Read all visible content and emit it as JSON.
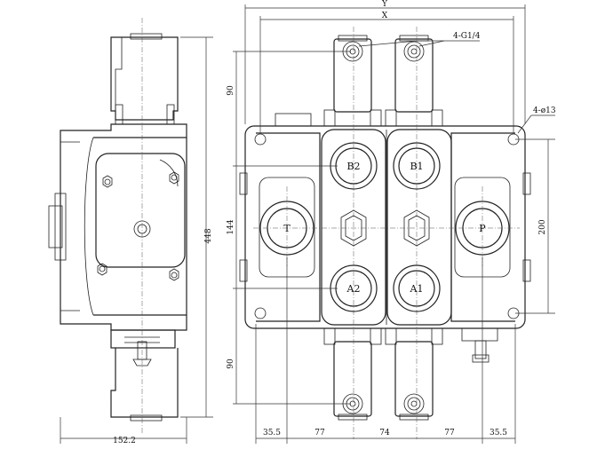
{
  "labels": {
    "overall_y": "Y",
    "overall_x": "X",
    "ports_g": "4-G1/4",
    "mount_holes": "4-ø13",
    "port_b2": "B2",
    "port_b1": "B1",
    "port_a2": "A2",
    "port_a1": "A1",
    "port_t": "T",
    "port_p": "P"
  },
  "dimensions": {
    "height_side": "448",
    "width_side": "152.2",
    "top_90": "90",
    "mid_144": "144",
    "bottom_90": "90",
    "right_200": "200",
    "b_35_5_left": "35.5",
    "b_77_left": "77",
    "b_74": "74",
    "b_77_right": "77",
    "b_35_5_right": "35.5"
  }
}
